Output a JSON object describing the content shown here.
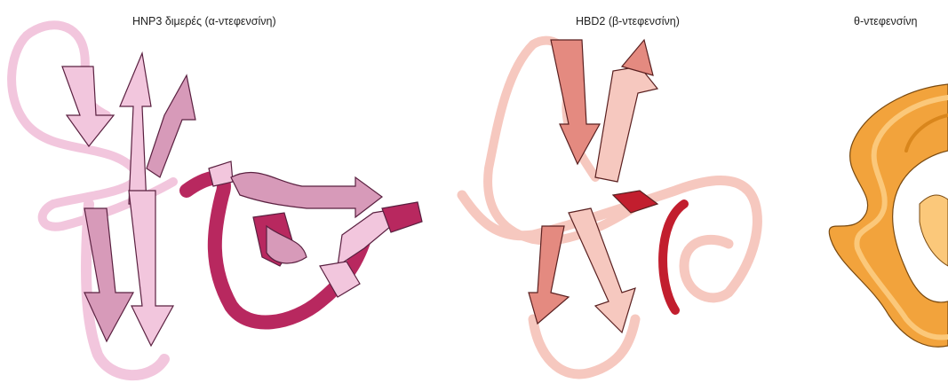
{
  "panels": [
    {
      "title": "HNP3 διμερές (α-ντεφενσίνη)",
      "icon": "hnp3-dimer-ribbon-icon",
      "colors": {
        "light": "#f2c6dd",
        "mid": "#d79ab9",
        "dark": "#b8285f",
        "edge": "#5a2040"
      }
    },
    {
      "title": "HBD2 (β-ντεφενσίνη)",
      "icon": "hbd2-ribbon-icon",
      "colors": {
        "light": "#f6c8bf",
        "mid": "#e48a80",
        "dark": "#c21e2e",
        "edge": "#5a2020"
      }
    },
    {
      "title": "θ-ντεφενσίνη",
      "icon": "theta-defensin-ribbon-icon",
      "colors": {
        "light": "#fbc87a",
        "mid": "#f2a33c",
        "dark": "#d9861c",
        "edge": "#7a4a10"
      }
    }
  ]
}
